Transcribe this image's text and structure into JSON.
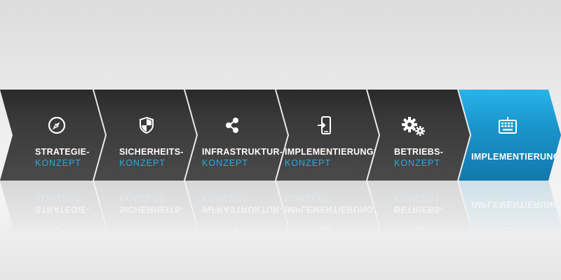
{
  "steps": [
    {
      "line1": "STRATEGIE-",
      "line2": "KONZEPT",
      "icon": "compass-icon"
    },
    {
      "line1": "SICHERHEITS-",
      "line2": "KONZEPT",
      "icon": "shield-icon"
    },
    {
      "line1": "INFRASTRUKTUR-",
      "line2": "KONZEPT",
      "icon": "share-icon"
    },
    {
      "line1": "IMPLEMENTIERUNGS-",
      "line2": "KONZEPT",
      "icon": "mobile-login-icon"
    },
    {
      "line1": "BETRIEBS-",
      "line2": "KONZEPT",
      "icon": "gears-icon"
    },
    {
      "line1": "IMPLEMENTIERUNG",
      "line2": "",
      "icon": "keyboard-icon"
    }
  ],
  "colors": {
    "step_dark": "#3a3a3a",
    "step_active": "#1a95cc",
    "accent_text": "#2ea8e0",
    "label_text": "#ffffff"
  }
}
